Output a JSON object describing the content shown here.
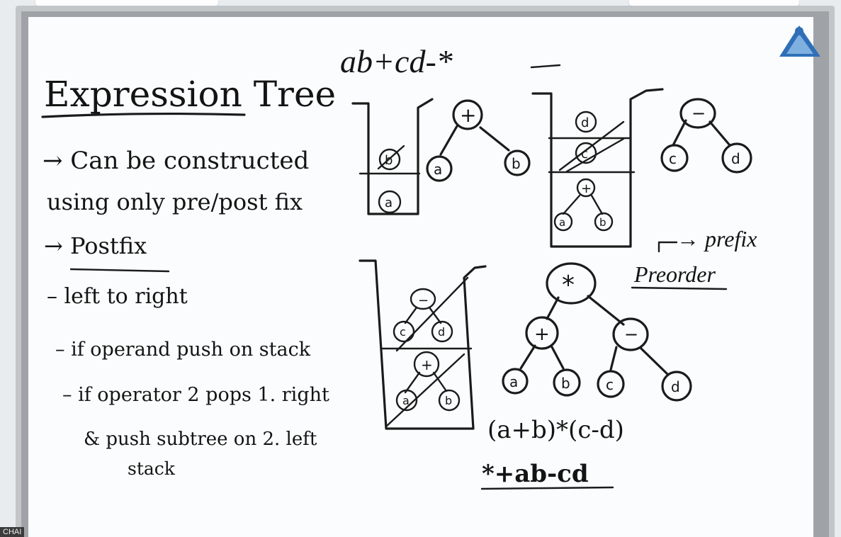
{
  "board": {
    "title": "Expression Tree",
    "notes": [
      "→ Can be constructed",
      "using only pre/post fix",
      "→ Postfix",
      "– left to right",
      "– if operand push on stack",
      "– if operator 2 pops 1. right",
      "& push subtree on 2. left",
      "stack"
    ],
    "postfix_input": "ab+cd-*",
    "infix": "(a+b)*(c-d)",
    "prefix_result": "*+ab-cd",
    "label_prefix": "→ prefix",
    "label_preorder": "Preorder"
  },
  "trees": {
    "plus_tree": {
      "root": "+",
      "left": "a",
      "right": "b"
    },
    "minus_tree": {
      "root": "−",
      "left": "c",
      "right": "d"
    },
    "final_tree": {
      "root": "*",
      "left": {
        "root": "+",
        "left": "a",
        "right": "b"
      },
      "right": {
        "root": "−",
        "left": "c",
        "right": "d"
      }
    }
  },
  "stacks": {
    "stack1": [
      "a",
      "b"
    ],
    "stack2": [
      "+(a,b)",
      "c",
      "d"
    ],
    "stack3": [
      "+(a,b)",
      "−(c,d)"
    ]
  },
  "overlay": {
    "corner_tag": "CHAI"
  },
  "colors": {
    "board": "#fbfcfd",
    "frame": "#c3c6c9",
    "ink": "#1b1b1b",
    "logo": "#2f6fb8"
  }
}
